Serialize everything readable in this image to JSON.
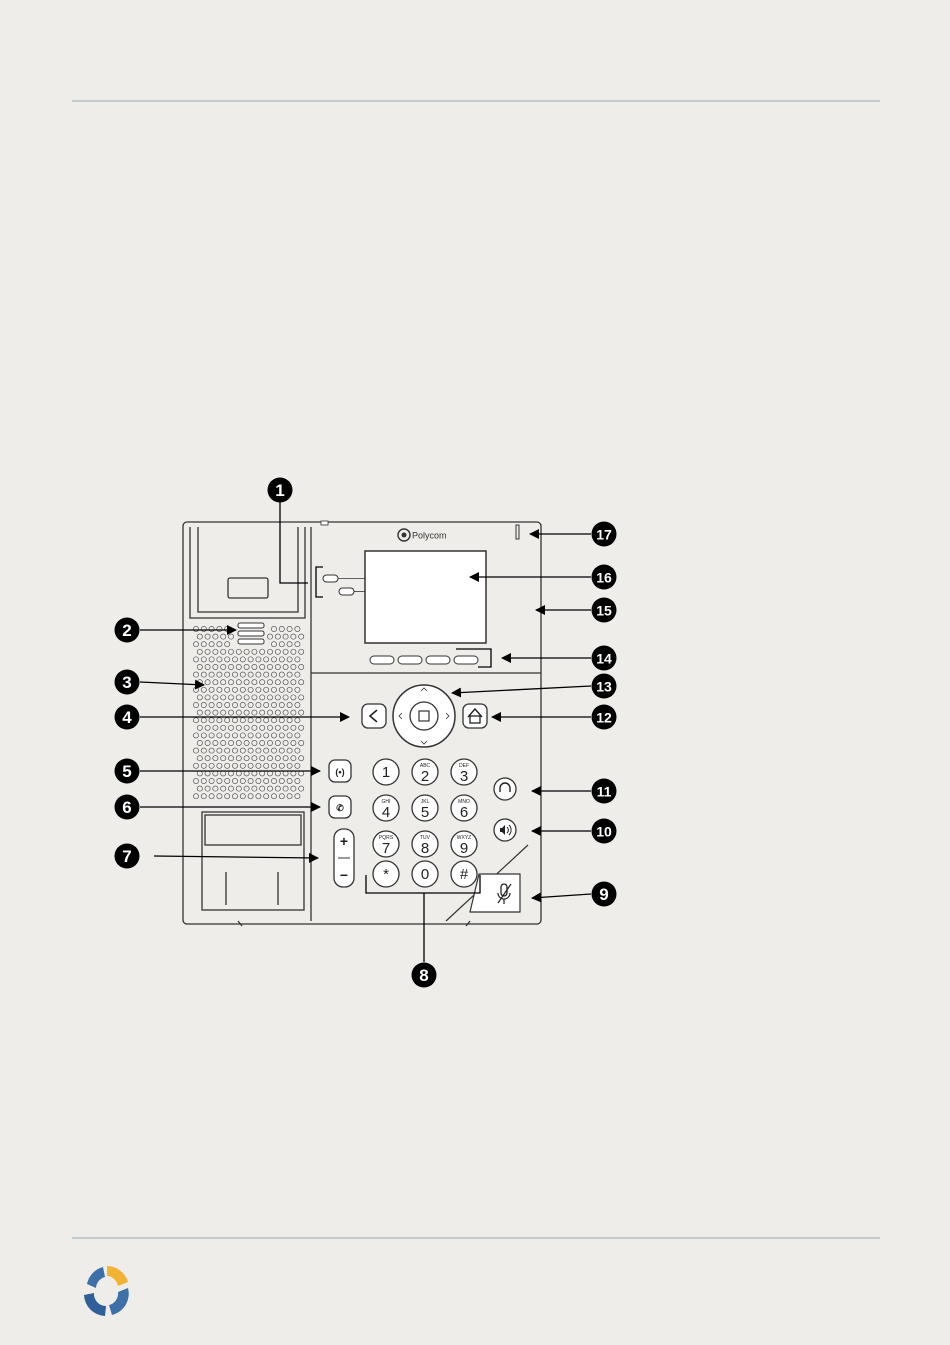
{
  "brand": "Polycom",
  "callouts": [
    "1",
    "2",
    "3",
    "4",
    "5",
    "6",
    "7",
    "8",
    "9",
    "10",
    "11",
    "12",
    "13",
    "14",
    "15",
    "16",
    "17"
  ],
  "keypad": [
    {
      "digit": "1",
      "letters": ""
    },
    {
      "digit": "2",
      "letters": "ABC"
    },
    {
      "digit": "3",
      "letters": "DEF"
    },
    {
      "digit": "4",
      "letters": "GHI"
    },
    {
      "digit": "5",
      "letters": "JKL"
    },
    {
      "digit": "6",
      "letters": "MNO"
    },
    {
      "digit": "7",
      "letters": "PQRS"
    },
    {
      "digit": "8",
      "letters": "TUV"
    },
    {
      "digit": "9",
      "letters": "WXYZ"
    },
    {
      "digit": "*",
      "letters": ""
    },
    {
      "digit": "0",
      "letters": ""
    },
    {
      "digit": "#",
      "letters": ""
    }
  ],
  "volume": {
    "plus": "+",
    "minus": "−"
  }
}
